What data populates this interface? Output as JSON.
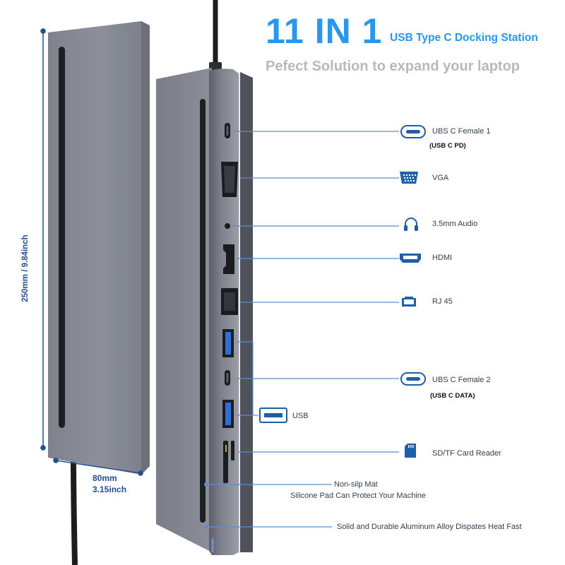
{
  "header": {
    "title_main": "11 IN 1",
    "title_sub": "USB Type C Docking Station",
    "subtitle": "Pefect Solution to expand your laptop"
  },
  "dimensions": {
    "length": "250mm / 9.84inch",
    "width_mm": "80mm",
    "width_in": "3.15inch"
  },
  "ports": [
    {
      "icon": "usb-c-icon",
      "label": "UBS C Female 1",
      "sublabel": "(USB C PD)"
    },
    {
      "icon": "vga-icon",
      "label": "VGA"
    },
    {
      "icon": "headphones-icon",
      "label": "3.5mm Audio"
    },
    {
      "icon": "hdmi-icon",
      "label": "HDMI"
    },
    {
      "icon": "rj45-icon",
      "label": "RJ 45"
    },
    {
      "icon": "usb-c-icon",
      "label": "UBS C Female  2",
      "sublabel": "(USB C DATA)"
    },
    {
      "icon": "usb-a-icon",
      "label": "USB"
    },
    {
      "icon": "sd-card-icon",
      "label": "SD/TF Card Reader"
    }
  ],
  "notes": {
    "mat_title": "Non-silp Mat",
    "mat_desc": "Silicone Pad Can Protect Your Machine",
    "alloy": "Solid and Durable Aluminum Alloy Dispates Heat Fast"
  },
  "colors": {
    "title_blue": "#2a97ee",
    "subtitle_gray": "#b9b9b9",
    "callout_blue": "#5b8fc9",
    "dimension_blue": "#1f4f8f",
    "body_gray": "#878b96"
  }
}
